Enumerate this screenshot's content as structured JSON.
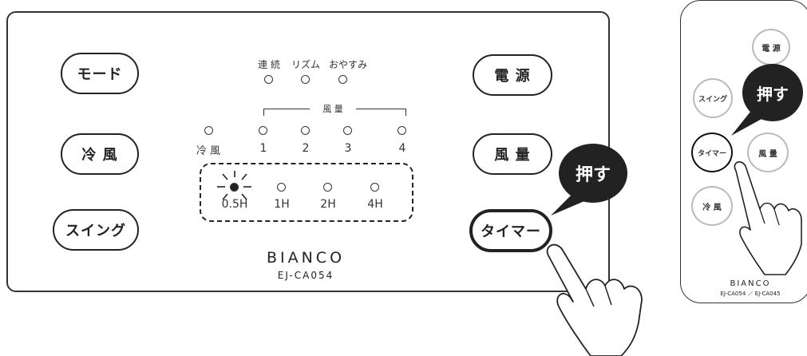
{
  "panel": {
    "left_buttons": [
      "モード",
      "冷 風",
      "スイング"
    ],
    "right_buttons": [
      "電 源",
      "風 量",
      "タイマー"
    ],
    "mode_labels": [
      "連 続",
      "リズム",
      "おやすみ"
    ],
    "fan_group_label": "風 量",
    "fan_labels": [
      "冷 風",
      "1",
      "2",
      "3",
      "4"
    ],
    "timer_labels": [
      "0.5H",
      "1H",
      "2H",
      "4H"
    ],
    "brand": "BIANCO",
    "model": "EJ-CA054",
    "callout": "押す"
  },
  "remote": {
    "buttons": {
      "power": "電 源",
      "swing": "スイング",
      "timer": "タイマー",
      "fan": "風 量",
      "cool": "冷 風"
    },
    "callout": "押す",
    "brand": "BIANCO",
    "model": "EJ-CA054 ／ EJ-CA045"
  }
}
